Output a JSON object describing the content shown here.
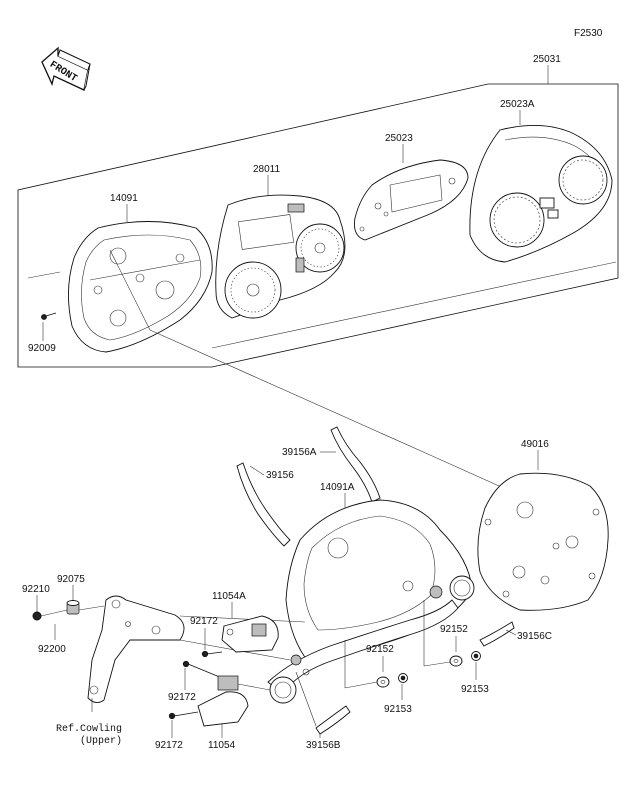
{
  "figure_code": "F2530",
  "front_label": "FRONT",
  "callouts": {
    "p25031": "25031",
    "p25023a": "25023A",
    "p25023": "25023",
    "p28011": "28011",
    "p14091": "14091",
    "p92009": "92009",
    "p39156a": "39156A",
    "p39156": "39156",
    "p14091a": "14091A",
    "p49016": "49016",
    "p92075": "92075",
    "p92210": "92210",
    "p92200": "92200",
    "p11054a": "11054A",
    "p92172_a": "92172",
    "p92172_b": "92172",
    "p92172_c": "92172",
    "p11054": "11054",
    "p39156b": "39156B",
    "p92152_a": "92152",
    "p92152_b": "92152",
    "p92153_a": "92153",
    "p92153_b": "92153",
    "p39156c": "39156C"
  },
  "reference_note": [
    "Ref.Cowling",
    "(Upper)"
  ]
}
